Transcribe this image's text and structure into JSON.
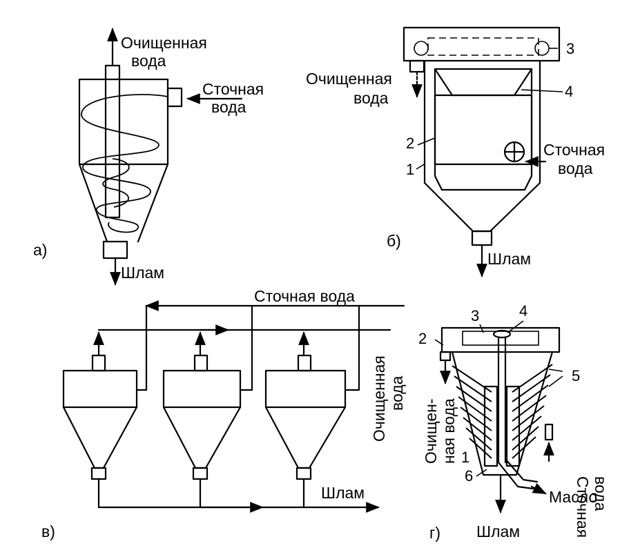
{
  "panels": {
    "a": {
      "tag": "а)",
      "clean_water_line1": "Очищенная",
      "clean_water_line2": "вода",
      "waste_water_line1": "Сточная",
      "waste_water_line2": "вода",
      "sludge": "Шлам"
    },
    "b": {
      "tag": "б)",
      "clean_water_line1": "Очищенная",
      "clean_water_line2": "вода",
      "waste_water_line1": "Сточная",
      "waste_water_line2": "вода",
      "sludge": "Шлам",
      "callouts": [
        "1",
        "2",
        "3",
        "4"
      ]
    },
    "v": {
      "tag": "в)",
      "waste_water": "Сточная вода",
      "clean_water_line1": "Очищенная",
      "clean_water_line2": "вода",
      "sludge": "Шлам"
    },
    "g": {
      "tag": "г)",
      "clean_water_line1": "Очищен-",
      "clean_water_line2": "ная вода",
      "waste_water_line1": "Сточная",
      "waste_water_line2": "вода",
      "oil": "Масло",
      "sludge": "Шлам",
      "callouts": [
        "1",
        "2",
        "3",
        "4",
        "5",
        "6"
      ]
    }
  }
}
